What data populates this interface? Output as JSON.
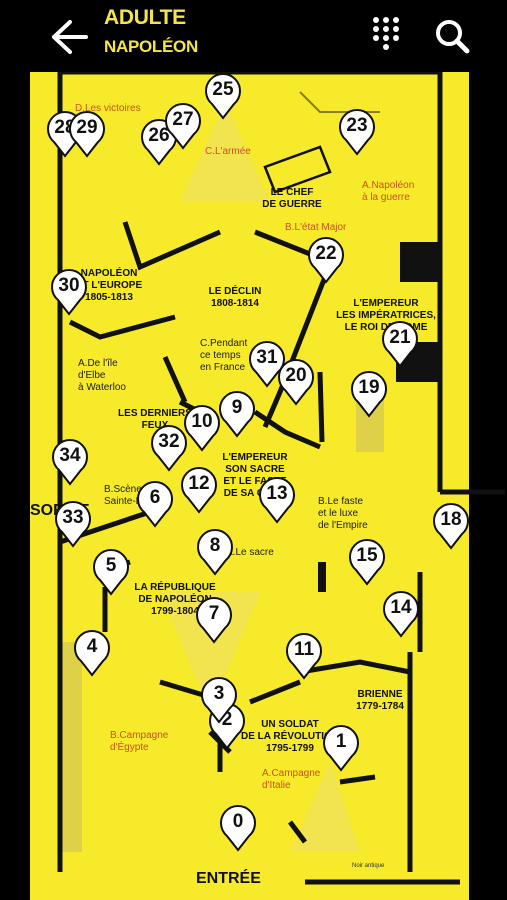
{
  "header": {
    "title": "ADULTE",
    "subtitle": "NAPOLÉON",
    "back_icon": "arrow-left-icon",
    "grid_icon": "dial-grid-icon",
    "search_icon": "search-icon"
  },
  "colors": {
    "accent": "#f4e64a",
    "floor": "#f6ea2a",
    "wall": "#111111",
    "label_orange": "#c8541e"
  },
  "zones": {
    "chef_guerre": "LE CHEF\nDE GUERRE",
    "declin": "LE DÉCLIN\n1808-1814",
    "napoleon_europe": "NAPOLÉON\nET L'EUROPE\n1805-1813",
    "empereur_imperatrices": "L'EMPEREUR\nLES IMPÉRATRICES,\nLE ROI DE ROME",
    "derniers_feux": "LES DERNIERS\nFEUX",
    "empereur_sacre": "L'EMPEREUR\nSON SACRE\nET LE FASTE\nDE SA COUR",
    "republique": "LA RÉPUBLIQUE\nDE NAPOLÉON\n1799-1804",
    "brienne": "BRIENNE\n1779-1784",
    "soldat": "UN SOLDAT\nDE LA RÉVOLUTION\n1795-1799"
  },
  "sub_labels": {
    "victoires": "D.Les victoires",
    "armee": "C.L'armée",
    "napoleon_guerre": "A.Napoléon\nà la guerre",
    "etat_major": "B.L'état Major",
    "campagne_egypte": "B.Campagne\nd'Égypte",
    "campagne_italie": "A.Campagne\nd'Italie"
  },
  "plain_labels": {
    "pendant": "C.Pendant\nce temps\nen France",
    "elbe": "A.De l'île\nd'Elbe\nà Waterloo",
    "sainte_helene": "B.Scène\nSainte-Hélène",
    "le_sacre": "A.Le sacre",
    "faste": "B.Le faste\net le luxe\nde l'Empire"
  },
  "entrance": "ENTRÉE",
  "exit": "SORTIE",
  "noir_antique": "Noir antique",
  "pins": [
    "0",
    "1",
    "2",
    "3",
    "4",
    "5",
    "6",
    "7",
    "8",
    "9",
    "10",
    "11",
    "12",
    "13",
    "14",
    "15",
    "18",
    "19",
    "20",
    "21",
    "22",
    "23",
    "25",
    "26",
    "27",
    "28",
    "29",
    "30",
    "31",
    "32",
    "33",
    "34"
  ]
}
